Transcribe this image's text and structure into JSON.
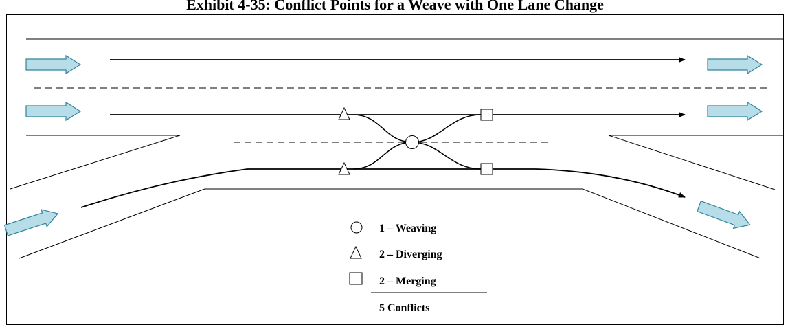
{
  "title": "Exhibit 4-35: Conflict Points for a Weave with One Lane Change",
  "colors": {
    "arrow_fill": "#b7dde8",
    "arrow_stroke": "#31859c",
    "line": "#000000"
  },
  "legend": {
    "items": [
      {
        "symbol": "circle-icon",
        "label": "1 – Weaving"
      },
      {
        "symbol": "triangle-icon",
        "label": "2 – Diverging"
      },
      {
        "symbol": "square-icon",
        "label": "2 – Merging"
      }
    ],
    "total": "5 Conflicts"
  }
}
